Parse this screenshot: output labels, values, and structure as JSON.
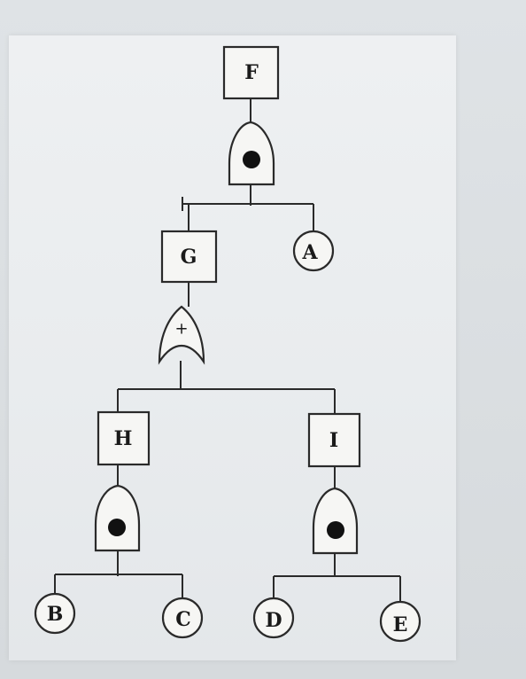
{
  "diagram": {
    "nodes": {
      "F": {
        "label": "F"
      },
      "G": {
        "label": "G"
      },
      "H": {
        "label": "H"
      },
      "I": {
        "label": "I"
      },
      "A": {
        "label": "A"
      },
      "B": {
        "label": "B"
      },
      "C": {
        "label": "C"
      },
      "D": {
        "label": "D"
      },
      "E": {
        "label": "E"
      }
    },
    "gates": {
      "gate_F": {
        "type": "and",
        "symbol": ""
      },
      "gate_G": {
        "type": "or",
        "symbol": "+"
      },
      "gate_H": {
        "type": "and",
        "symbol": ""
      },
      "gate_I": {
        "type": "and",
        "symbol": ""
      }
    },
    "edges": [
      {
        "from": "F",
        "to": "gate_F"
      },
      {
        "from": "gate_F",
        "to": "G"
      },
      {
        "from": "gate_F",
        "to": "A"
      },
      {
        "from": "G",
        "to": "gate_G"
      },
      {
        "from": "gate_G",
        "to": "H"
      },
      {
        "from": "gate_G",
        "to": "I"
      },
      {
        "from": "H",
        "to": "gate_H"
      },
      {
        "from": "gate_H",
        "to": "B"
      },
      {
        "from": "gate_H",
        "to": "C"
      },
      {
        "from": "I",
        "to": "gate_I"
      },
      {
        "from": "gate_I",
        "to": "D"
      },
      {
        "from": "gate_I",
        "to": "E"
      }
    ]
  }
}
